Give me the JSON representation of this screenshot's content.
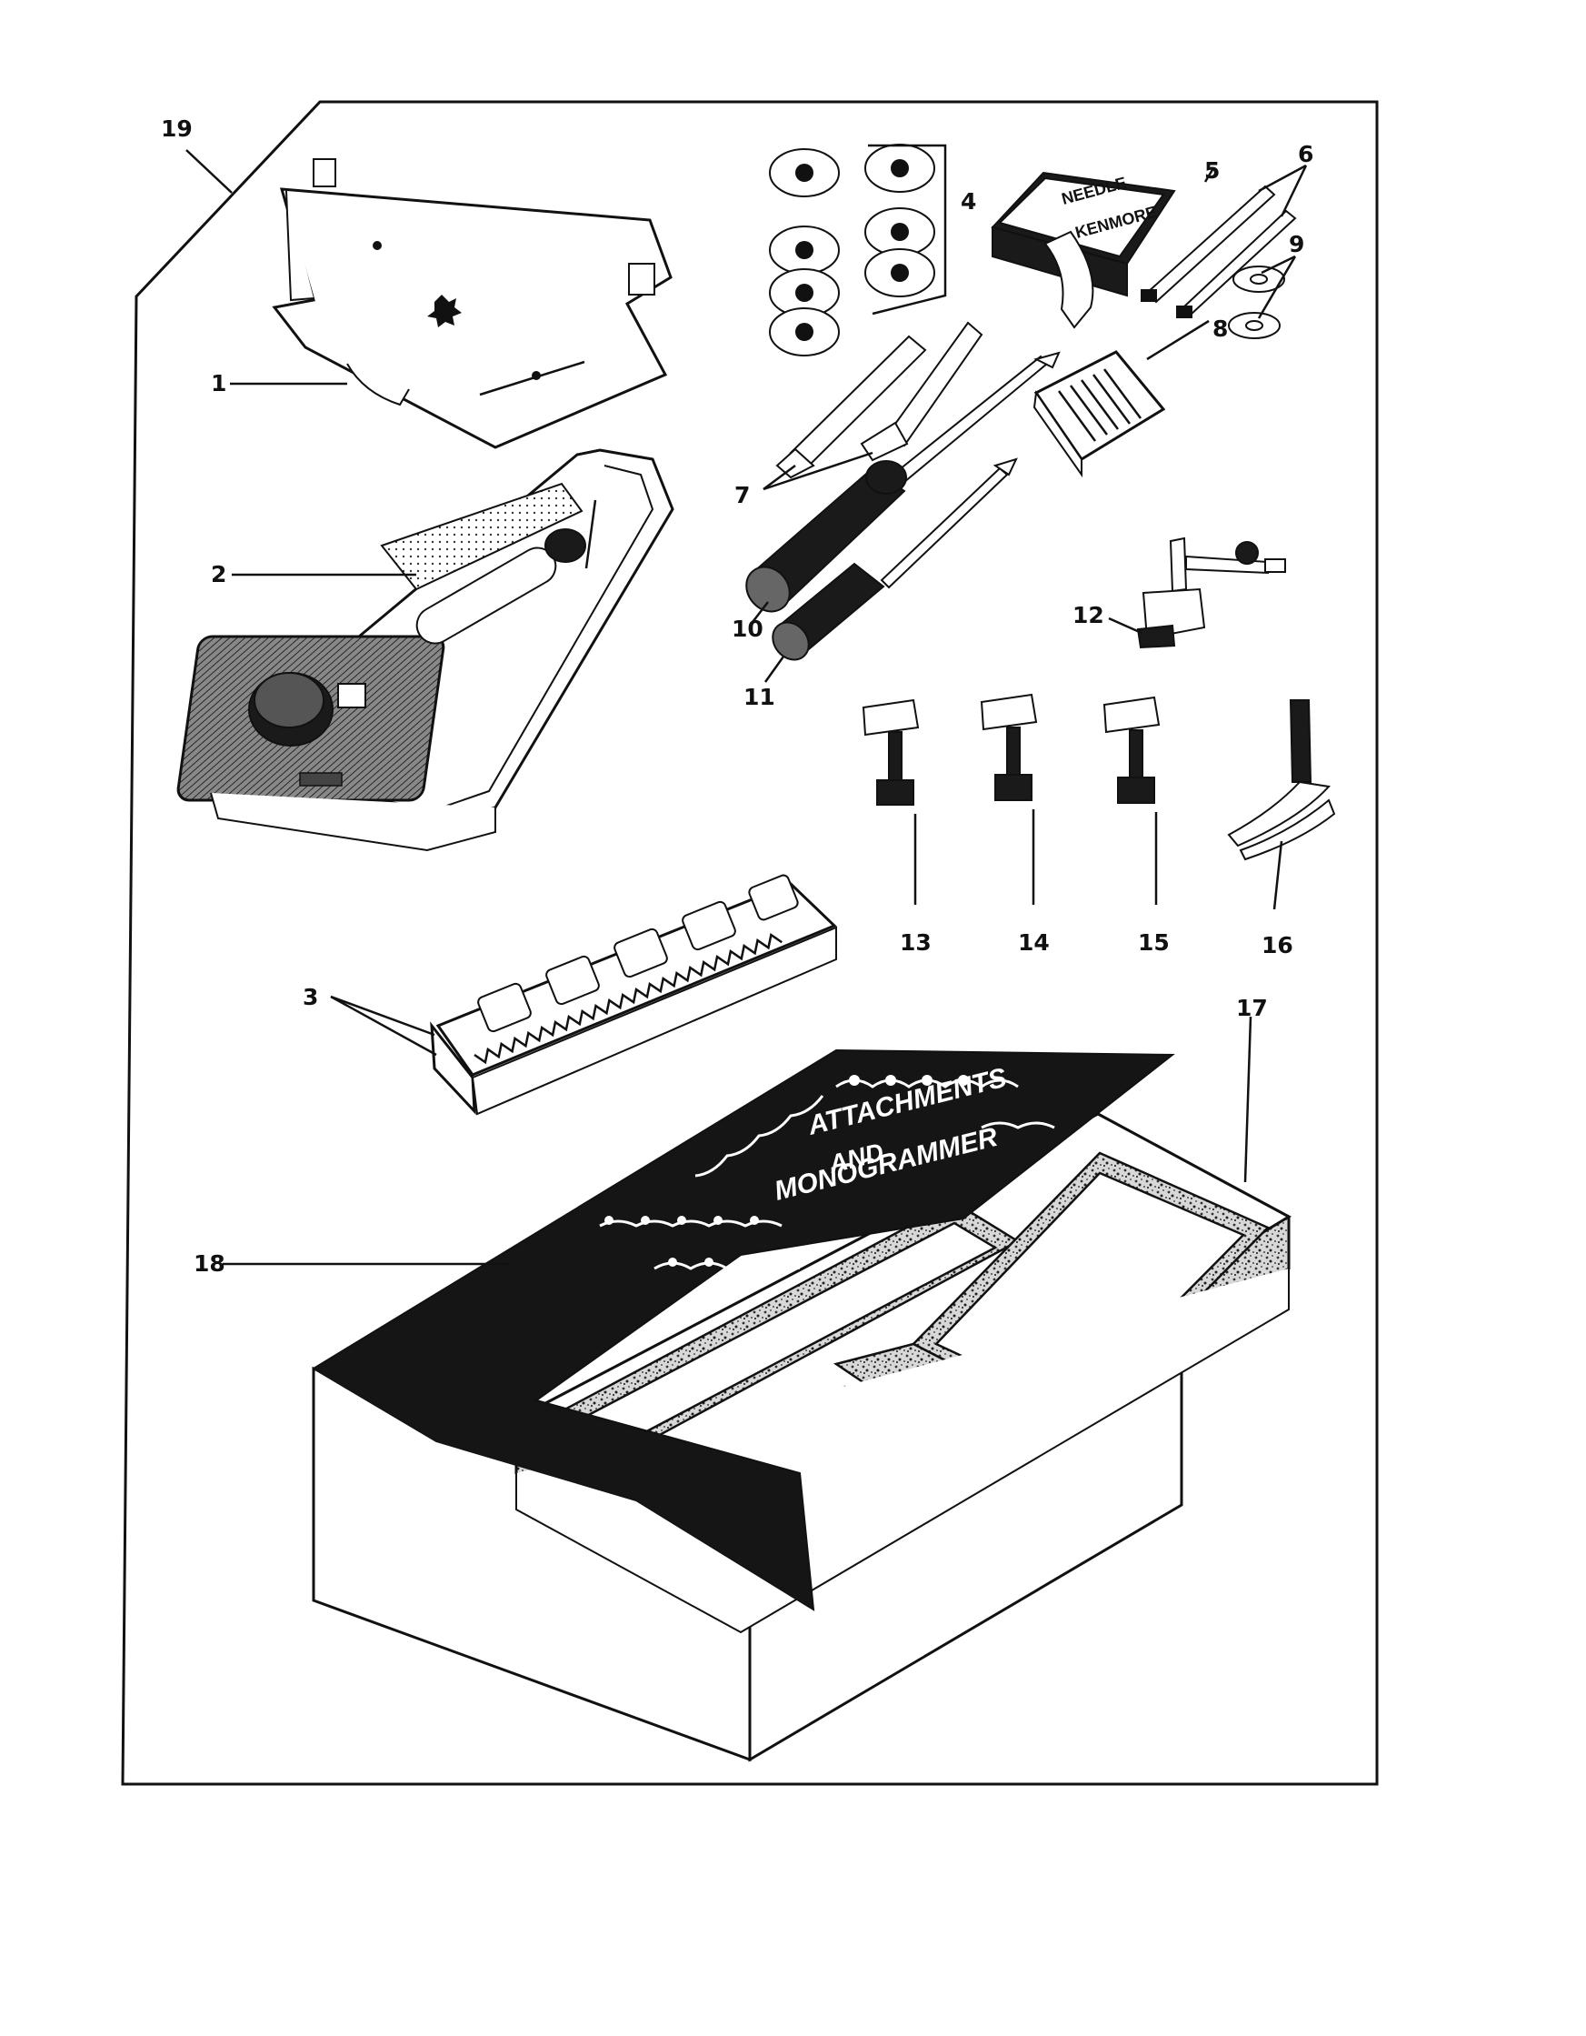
{
  "callouts": {
    "c1": "1",
    "c2": "2",
    "c3": "3",
    "c4": "4",
    "c5": "5",
    "c6": "6",
    "c7": "7",
    "c8": "8",
    "c9": "9",
    "c10": "10",
    "c11": "11",
    "c12": "12",
    "c13": "13",
    "c14": "14",
    "c15": "15",
    "c16": "16",
    "c17": "17",
    "c18": "18",
    "c19": "19"
  },
  "needle_pack": {
    "brand": "KENMORE",
    "label": "NEEDLE"
  },
  "manual_cover": {
    "line1": "ATTACHMENTS",
    "line2": "AND",
    "line3": "MONOGRAMMER"
  }
}
